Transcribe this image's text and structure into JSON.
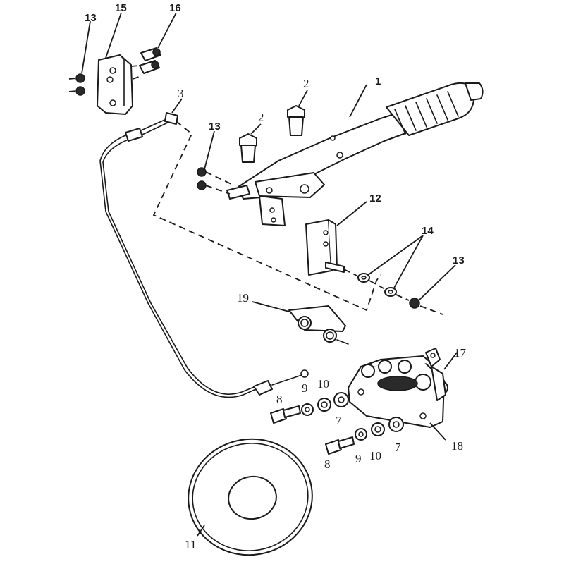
{
  "callouts": {
    "c1": "1",
    "c2a": "2",
    "c2b": "2",
    "c3": "3",
    "c7a": "7",
    "c7b": "7",
    "c8a": "8",
    "c8b": "8",
    "c9a": "9",
    "c9b": "9",
    "c10a": "10",
    "c10b": "10",
    "c11": "11",
    "c12": "12",
    "c13a": "13",
    "c13b": "13",
    "c13c": "13",
    "c14": "14",
    "c15": "15",
    "c16": "16",
    "c17": "17",
    "c18": "18",
    "c19": "19"
  }
}
